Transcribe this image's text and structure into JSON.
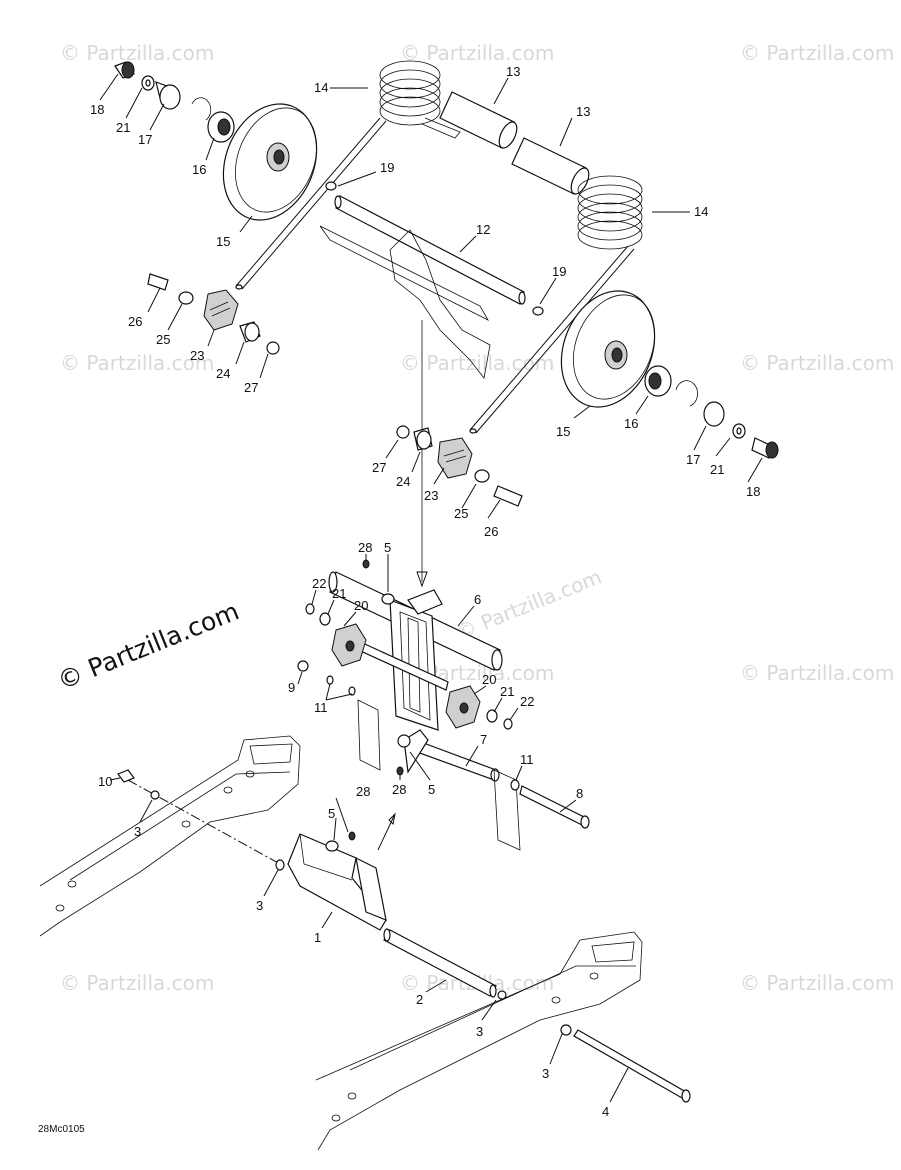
{
  "watermarks": [
    "© Partzilla.com",
    "© Partzilla.com",
    "© Partzilla.com",
    "© Partzilla.com",
    "© Partzilla.com",
    "© Partzilla.com",
    "© Partzilla.com",
    "© Partzilla.com",
    "© Partzilla.com",
    "© Partzilla.com",
    "© Partzilla.com",
    "© Partzilla.com"
  ],
  "main_watermark": "© Partzilla.com",
  "diagram_code": "28Mc0105",
  "callouts": {
    "c18a": "18",
    "c21a": "21",
    "c17a": "17",
    "c16a": "16",
    "c15a": "15",
    "c14a": "14",
    "c13a": "13",
    "c13b": "13",
    "c19a": "19",
    "c14b": "14",
    "c12": "12",
    "c19b": "19",
    "c26a": "26",
    "c25a": "25",
    "c23a": "23",
    "c24a": "24",
    "c27a": "27",
    "c15b": "15",
    "c16b": "16",
    "c17b": "17",
    "c21b": "21",
    "c18b": "18",
    "c27b": "27",
    "c24b": "24",
    "c23b": "23",
    "c25b": "25",
    "c26b": "26",
    "c28a": "28",
    "c5a": "5",
    "c6": "6",
    "c22a": "22",
    "c21c": "21",
    "c20a": "20",
    "c9": "9",
    "c11a": "11",
    "c20b": "20",
    "c21d": "21",
    "c22b": "22",
    "c7": "7",
    "c11b": "11",
    "c28b": "28",
    "c5b": "5",
    "c8": "8",
    "c10": "10",
    "c3a": "3",
    "c28c": "28",
    "c5c": "5",
    "c3b": "3",
    "c1": "1",
    "c2": "2",
    "c3c": "3",
    "c3d": "3",
    "c4": "4"
  }
}
